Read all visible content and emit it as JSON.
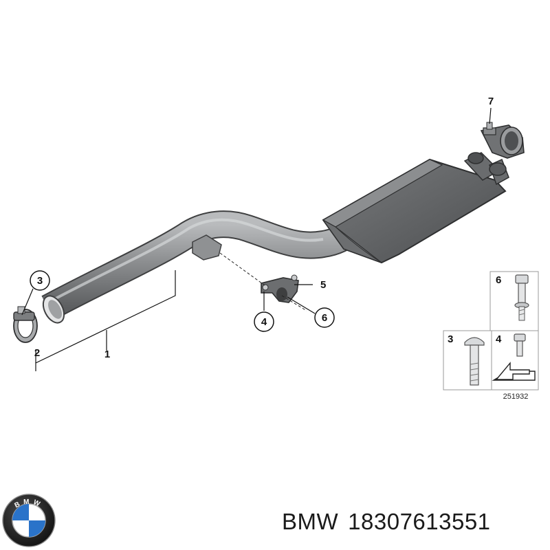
{
  "diagram": {
    "callouts": {
      "p1": "1",
      "p2": "2",
      "p3": "3",
      "p4": "4",
      "p5": "5",
      "p6": "6",
      "p7": "7"
    },
    "legend": {
      "cell6": "6",
      "cell3": "3",
      "cell4": "4"
    },
    "image_code": "251932"
  },
  "brand": {
    "name": "BMW",
    "part_number": "18307613551",
    "logo_letters": "BMW"
  },
  "colors": {
    "metal_dark": "#5f6163",
    "metal_mid": "#8c8e90",
    "metal_light": "#c9cbcd",
    "bmw_blue": "#2a73c9",
    "logo_ring": "#1c1c1c"
  }
}
